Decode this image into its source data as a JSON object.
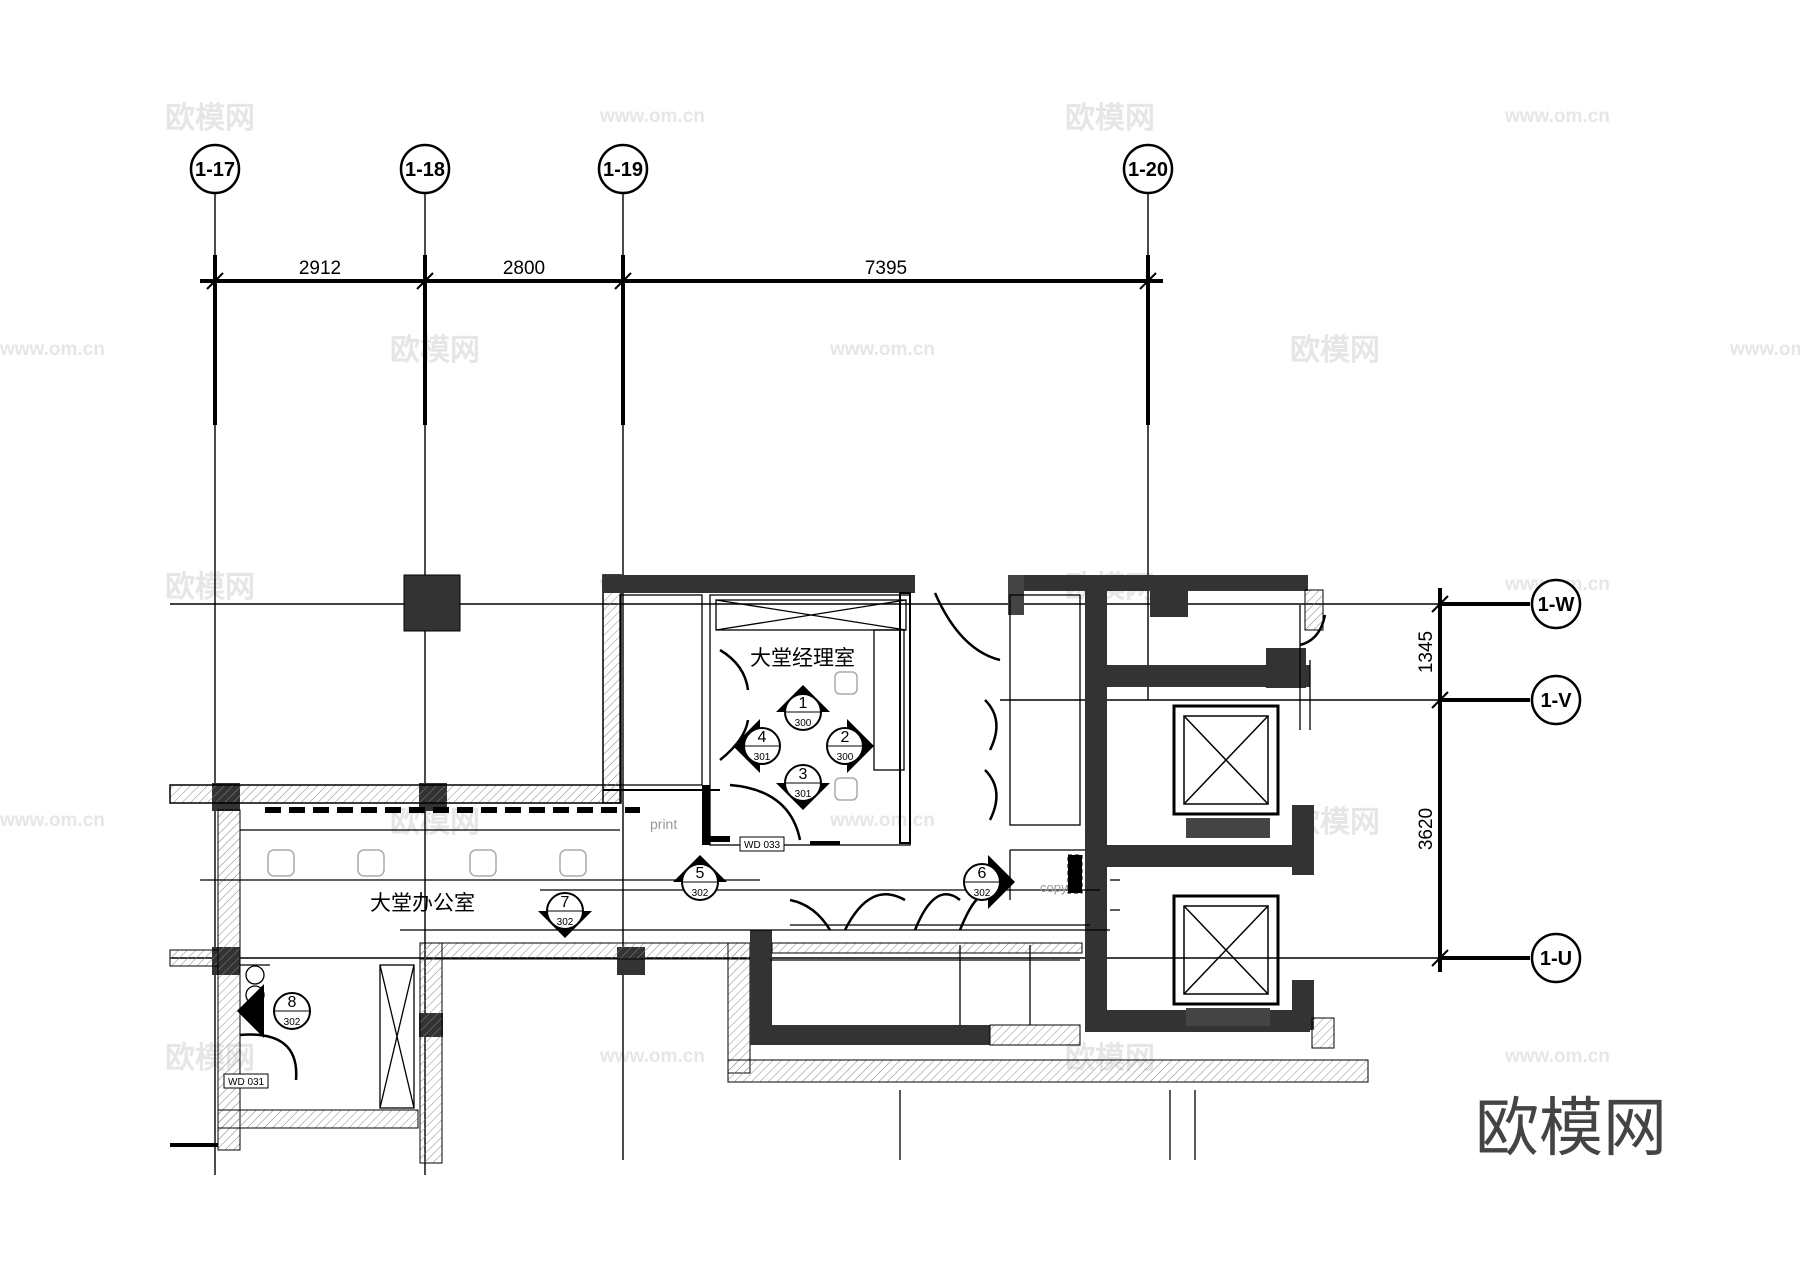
{
  "axes_top": [
    {
      "label": "1-17"
    },
    {
      "label": "1-18"
    },
    {
      "label": "1-19"
    },
    {
      "label": "1-20"
    }
  ],
  "axes_right": [
    {
      "label": "1-W"
    },
    {
      "label": "1-V"
    },
    {
      "label": "1-U"
    }
  ],
  "dims_top": [
    "2912",
    "2800",
    "7395"
  ],
  "dims_right": [
    "1345",
    "3620"
  ],
  "rooms": {
    "manager": "大堂经理室",
    "office": "大堂办公室"
  },
  "elevations": [
    {
      "num": "1",
      "sheet": "300"
    },
    {
      "num": "2",
      "sheet": "300"
    },
    {
      "num": "3",
      "sheet": "301"
    },
    {
      "num": "4",
      "sheet": "301"
    },
    {
      "num": "5",
      "sheet": "302"
    },
    {
      "num": "6",
      "sheet": "302"
    },
    {
      "num": "7",
      "sheet": "302"
    },
    {
      "num": "8",
      "sheet": "302"
    }
  ],
  "tags": {
    "wd033": "WD 033",
    "wd031": "WD 031",
    "print": "print",
    "copy": "copy"
  },
  "watermarks": {
    "brand": "欧模网",
    "url": "www.om.cn"
  }
}
